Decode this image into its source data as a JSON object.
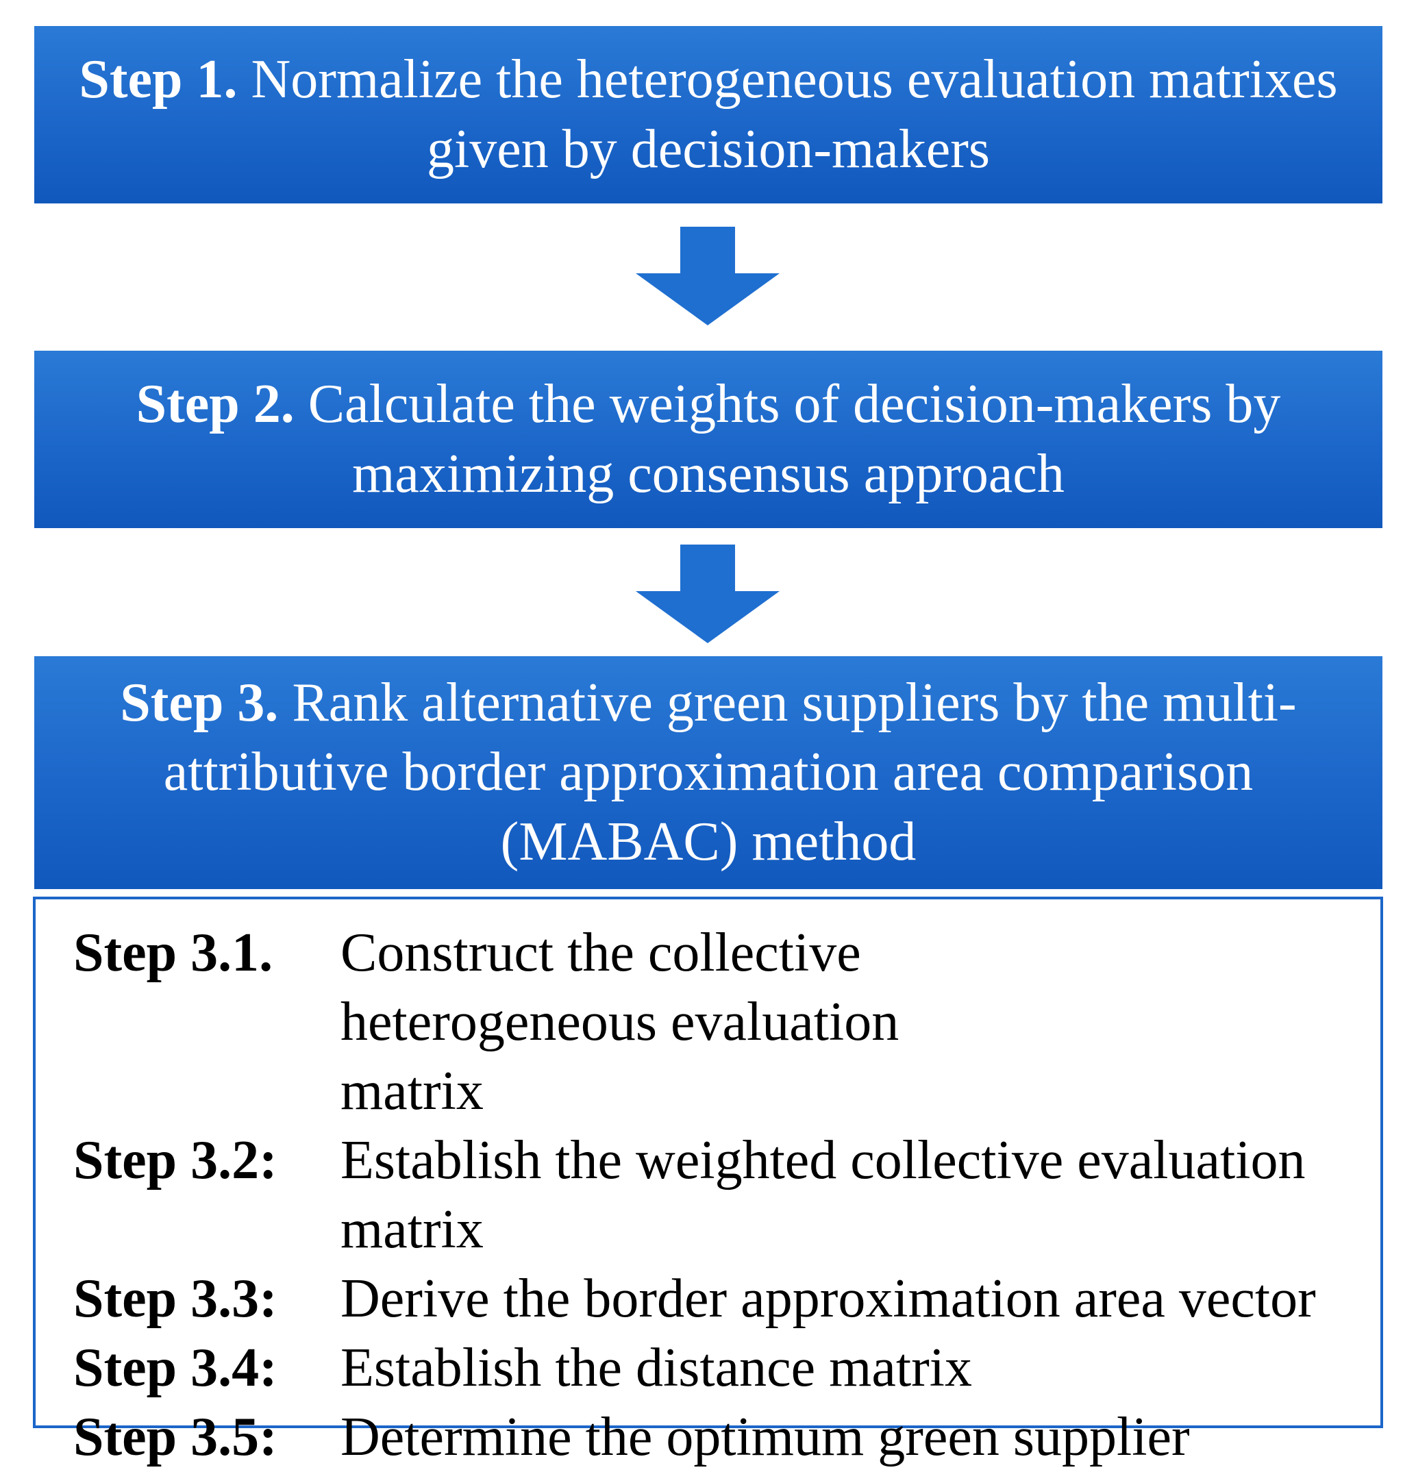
{
  "steps": [
    {
      "label": "Step 1.",
      "text": "Normalize the heterogeneous evaluation matrixes given by decision-makers"
    },
    {
      "label": "Step 2.",
      "text": "Calculate the weights of decision-makers by maximizing consensus approach"
    },
    {
      "label": "Step 3.",
      "text": "Rank alternative green suppliers by the multi-attributive border approximation area comparison (MABAC) method"
    }
  ],
  "substeps": [
    {
      "label": "Step 3.1.",
      "text": "Construct the collective heterogeneous evaluation matrix"
    },
    {
      "label": "Step 3.2:",
      "text": "Establish the weighted collective evaluation matrix"
    },
    {
      "label": "Step 3.3:",
      "text": "Derive the border approximation area vector"
    },
    {
      "label": "Step 3.4:",
      "text": "Establish the distance matrix"
    },
    {
      "label": "Step 3.5:",
      "text": "Determine the optimum green supplier"
    }
  ],
  "colors": {
    "box_fill": "#1c66c9",
    "arrow_fill": "#1f6fd0",
    "substep_border": "#1c66c9",
    "box_text": "#ffffff",
    "substep_text": "#000000"
  }
}
